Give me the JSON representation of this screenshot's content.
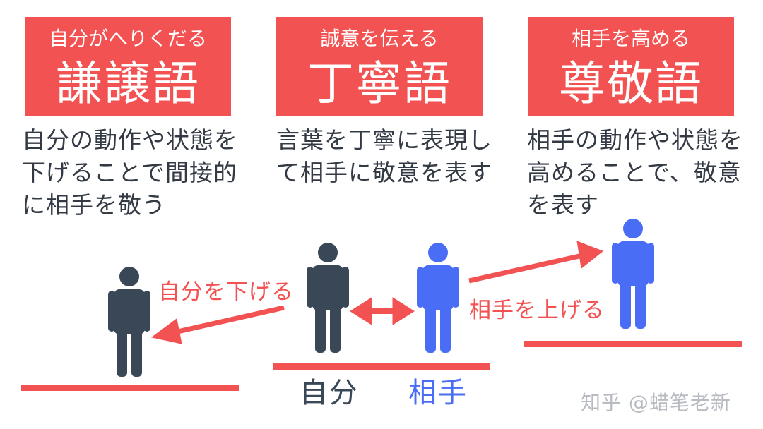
{
  "cards": [
    {
      "subtitle": "自分がへりくだる",
      "title": "謙譲語"
    },
    {
      "subtitle": "誠意を伝える",
      "title": "丁寧語"
    },
    {
      "subtitle": "相手を高める",
      "title": "尊敬語"
    }
  ],
  "descriptions": [
    "自分の動作や状態を\n下げることで間接的\nに相手を敬う",
    "言葉を丁寧に表現し\nて相手に敬意を表す",
    "相手の動作や状態を\n高めることで、敬意\nを表す"
  ],
  "arrow_labels": {
    "lower": "自分を下げる",
    "raise": "相手を上げる"
  },
  "bottom_labels": {
    "self": "自分",
    "other": "相手"
  },
  "watermark": "知乎 @蜡笔老新",
  "colors": {
    "accent": "#f25252",
    "self_figure": "#3a4756",
    "other_figure": "#4a6df5",
    "text": "#333a44"
  }
}
